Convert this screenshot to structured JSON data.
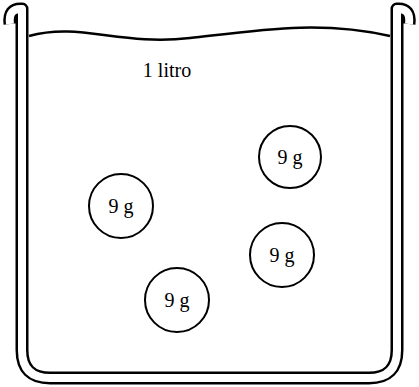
{
  "diagram": {
    "nodes": [
      {
        "text": [
          "1 litro"
        ]
      },
      {
        "text": [
          "9 g"
        ],
        "in": 0
      },
      {
        "text": [
          "9 g"
        ],
        "in": 0
      },
      {
        "text": [
          "9 g"
        ],
        "in": 0
      },
      {
        "text": [
          "9 g"
        ],
        "in": 0
      }
    ]
  }
}
